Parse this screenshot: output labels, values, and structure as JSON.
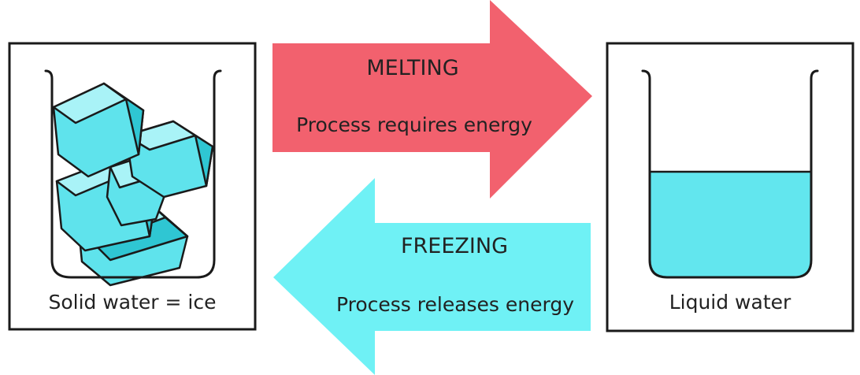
{
  "solid_box": {
    "label": "Solid water = ice"
  },
  "liquid_box": {
    "label": "Liquid water"
  },
  "melting_arrow": {
    "title": "MELTING",
    "text": "Process requires energy"
  },
  "freezing_arrow": {
    "title": "FREEZING",
    "text": "Process releases energy"
  },
  "colors": {
    "melting": "#f2616e",
    "freezing": "#6ff1f5",
    "ice": "#5fe3ec",
    "ice_light": "#a9f3f7",
    "ice_dark": "#2fc6d3",
    "water": "#62e6ee",
    "water_light": "#8ff0f4",
    "outline": "#1a1a1a"
  }
}
